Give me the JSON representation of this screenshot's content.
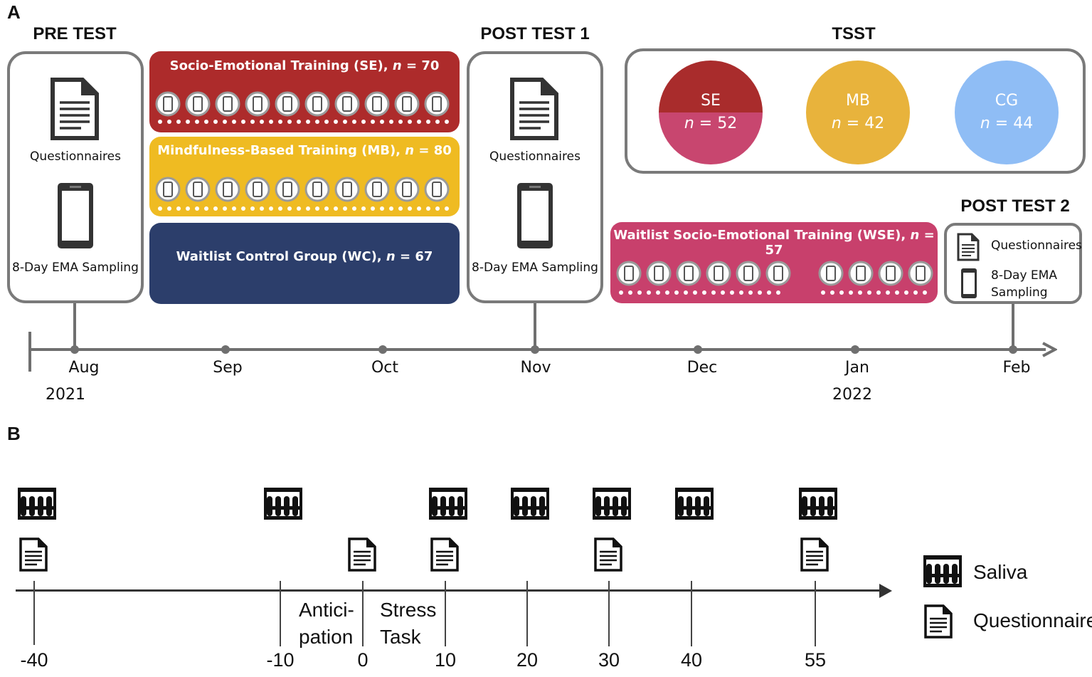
{
  "panel_a": {
    "label": "A",
    "pre_test": {
      "title": "PRE TEST",
      "doc_caption": "Questionnaires",
      "phone_caption": "8-Day EMA Sampling"
    },
    "post_test_1": {
      "title": "POST TEST 1",
      "doc_caption": "Questionnaires",
      "phone_caption": "8-Day EMA Sampling"
    },
    "tsst": {
      "title": "TSST",
      "groups": [
        {
          "abbr": "SE",
          "n_label": "n",
          "n_value": "= 52",
          "color_top": "#a92c2c",
          "color_bottom": "#c8466f"
        },
        {
          "abbr": "MB",
          "n_label": "n",
          "n_value": "= 42",
          "color": "#e8b33c"
        },
        {
          "abbr": "CG",
          "n_label": "n",
          "n_value": "= 44",
          "color": "#8fbdf5"
        }
      ]
    },
    "post_test_2": {
      "title": "POST TEST 2",
      "doc_caption": "Questionnaires",
      "phone_caption_line1": "8-Day EMA",
      "phone_caption_line2": "Sampling"
    },
    "trainings": [
      {
        "name": "Socio-Emotional Training (SE),",
        "n_label": "n",
        "n_value": "= 70",
        "color": "#ad2b2b",
        "sessions": 10
      },
      {
        "name": "Mindfulness-Based Training (MB),",
        "n_label": "n",
        "n_value": "= 80",
        "color": "#efbb22",
        "sessions": 10
      },
      {
        "name": "Waitlist Control Group (WC),",
        "n_label": "n",
        "n_value": "= 67",
        "color": "#2c3e6b",
        "sessions": 0
      },
      {
        "name": "Waitlist Socio-Emotional Training (WSE),",
        "n_label": "n",
        "n_value": "= 57",
        "color": "#c8406c",
        "sessions": 10
      }
    ],
    "timeline": {
      "months": [
        "Aug",
        "Sep",
        "Oct",
        "Nov",
        "Dec",
        "Jan",
        "Feb"
      ],
      "years": [
        "2021",
        "2022"
      ]
    }
  },
  "panel_b": {
    "label": "B",
    "ticks": [
      "-40",
      "-10",
      "0",
      "10",
      "20",
      "30",
      "40",
      "55"
    ],
    "saliva_at": [
      "-40",
      "-10",
      "10",
      "20",
      "30",
      "40",
      "55"
    ],
    "questionnaire_at": [
      "-40",
      "0",
      "10",
      "30",
      "55"
    ],
    "phases": {
      "anticipation_line1": "Antici-",
      "anticipation_line2": "pation",
      "stress_line1": "Stress",
      "stress_line2": "Task"
    },
    "legend": {
      "saliva": "Saliva",
      "questionnaire": "Questionnaire"
    }
  }
}
